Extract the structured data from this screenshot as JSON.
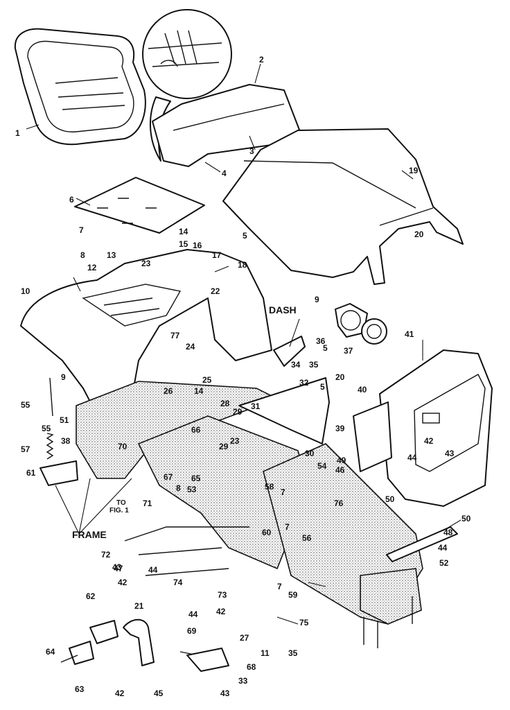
{
  "labels": {
    "dash": "DASH",
    "frame": "FRAME",
    "to_fig": "TO",
    "to_fig2": "FIG. 1"
  },
  "callouts": [
    "1",
    "2",
    "3",
    "4",
    "5",
    "5",
    "5",
    "6",
    "7",
    "7",
    "7",
    "7",
    "8",
    "8",
    "9",
    "9",
    "10",
    "11",
    "12",
    "13",
    "14",
    "14",
    "15",
    "16",
    "17",
    "18",
    "19",
    "20",
    "20",
    "21",
    "22",
    "23",
    "23",
    "24",
    "25",
    "26",
    "27",
    "28",
    "29",
    "29",
    "30",
    "31",
    "32",
    "33",
    "34",
    "35",
    "35",
    "36",
    "37",
    "38",
    "39",
    "40",
    "41",
    "42",
    "42",
    "42",
    "42",
    "43",
    "43",
    "43",
    "44",
    "44",
    "44",
    "44",
    "45",
    "46",
    "47",
    "48",
    "49",
    "50",
    "50",
    "51",
    "52",
    "53",
    "54",
    "55",
    "55",
    "56",
    "57",
    "58",
    "59",
    "60",
    "61",
    "62",
    "63",
    "64",
    "65",
    "66",
    "67",
    "68",
    "69",
    "70",
    "71",
    "72",
    "73",
    "74",
    "75",
    "76",
    "77"
  ]
}
